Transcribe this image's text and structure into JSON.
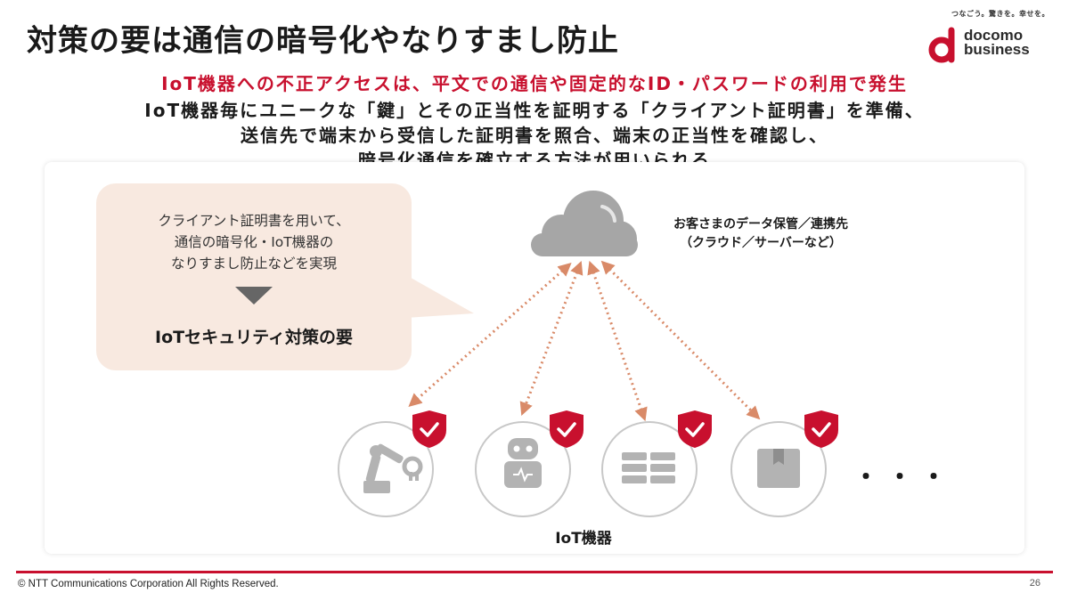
{
  "slide": {
    "title": "対策の要は通信の暗号化やなりすまし防止",
    "lead_red": "IoT機器への不正アクセスは、平文での通信や固定的なID・パスワードの利用で発生",
    "lead_lines": [
      "IoT機器毎にユニークな「鍵」とその正当性を証明する「クライアント証明書」を準備、",
      "送信先で端末から受信した証明書を照合、端末の正当性を確認し、",
      "暗号化通信を確立する方法が用いられる"
    ]
  },
  "brand": {
    "tagline": "つなごう。驚きを。幸せを。",
    "wordmark_line1": "docomo",
    "wordmark_line2": "business",
    "color": "#c8102e"
  },
  "bubble": {
    "lines": [
      "クライアント証明書を用いて、",
      "通信の暗号化・IoT機器の",
      "なりすまし防止などを実現"
    ],
    "emphasis": "IoTセキュリティ対策の要",
    "bg_color": "#f8e9e0"
  },
  "cloud": {
    "icon": "cloud-icon",
    "label_line1": "お客さまのデータ保管／連携先",
    "label_line2": "（クラウド／サーバーなど）"
  },
  "devices": {
    "label": "IoT機器",
    "items": [
      {
        "icon": "robot-arm-icon",
        "badge": "shield-check-icon"
      },
      {
        "icon": "care-robot-icon",
        "badge": "shield-check-icon"
      },
      {
        "icon": "server-rack-icon",
        "badge": "shield-check-icon"
      },
      {
        "icon": "package-box-icon",
        "badge": "shield-check-icon"
      }
    ],
    "more": "・・・"
  },
  "colors": {
    "accent_red": "#c8102e",
    "arrow": "#d98a68",
    "icon_gray": "#b3b3b3"
  },
  "footer": {
    "copyright": "© NTT Communications Corporation All Rights Reserved.",
    "page_number": "26"
  }
}
